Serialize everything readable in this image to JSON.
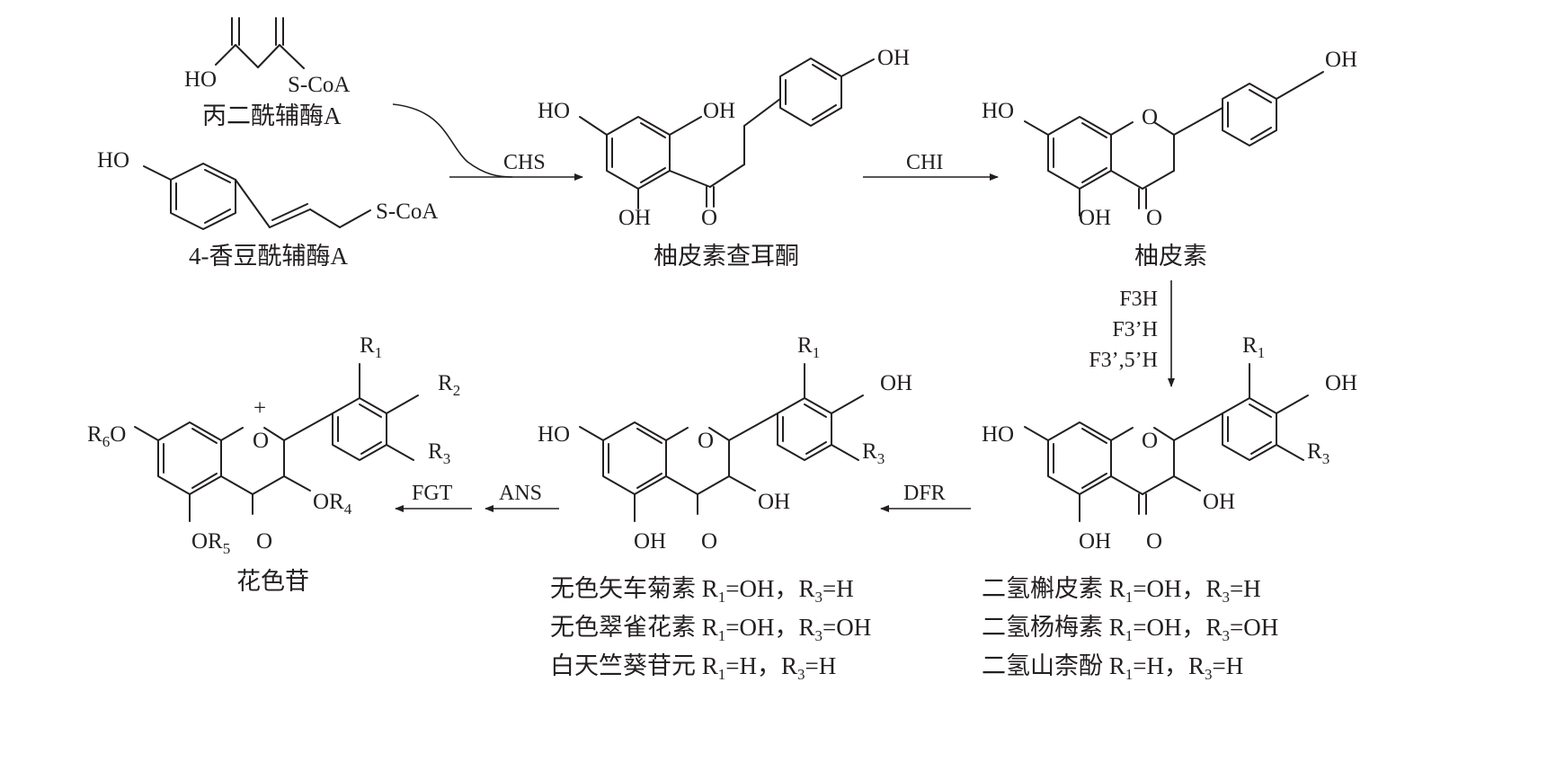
{
  "atoms": {
    "ho": "HO",
    "oh": "OH",
    "o": "O",
    "scoa": "S-CoA",
    "r6o": "R",
    "r6sub": "6",
    "r6o_tail": "O",
    "or4": "OR",
    "or4sub": "4",
    "or5": "OR",
    "or5sub": "5",
    "r": "R",
    "sub1": "1",
    "sub2": "2",
    "sub3": "3",
    "plus": "+"
  },
  "compounds": {
    "malonyl": "丙二酰辅酶A",
    "coumaroyl": "4-香豆酰辅酶A",
    "chalcone": "柚皮素查耳酮",
    "naringenin": "柚皮素",
    "anthocyanin": "花色苷"
  },
  "enzymes": {
    "chs": "CHS",
    "chi": "CHI",
    "f3h": "F3H",
    "f3ph": "F3’H",
    "f35h": "F3’,5’H",
    "dfr": "DFR",
    "ans": "ANS",
    "fgt": "FGT"
  },
  "leuco_names": [
    {
      "name": "无色矢车菊素 R",
      "r1": "1",
      "mid": "=OH，R",
      "r3": "3",
      "end": "=H"
    },
    {
      "name": "无色翠雀花素 R",
      "r1": "1",
      "mid": "=OH，R",
      "r3": "3",
      "end": "=OH"
    },
    {
      "name": "白天竺葵苷元 R",
      "r1": "1",
      "mid": "=H，R",
      "r3": "3",
      "end": "=H"
    }
  ],
  "dihydro_names": [
    {
      "name": "二氢槲皮素 R",
      "r1": "1",
      "mid": "=OH，R",
      "r3": "3",
      "end": "=H"
    },
    {
      "name": "二氢杨梅素 R",
      "r1": "1",
      "mid": "=OH，R",
      "r3": "3",
      "end": "=OH"
    },
    {
      "name": "二氢山柰酚 R",
      "r1": "1",
      "mid": "=H，R",
      "r3": "3",
      "end": "=H"
    }
  ]
}
